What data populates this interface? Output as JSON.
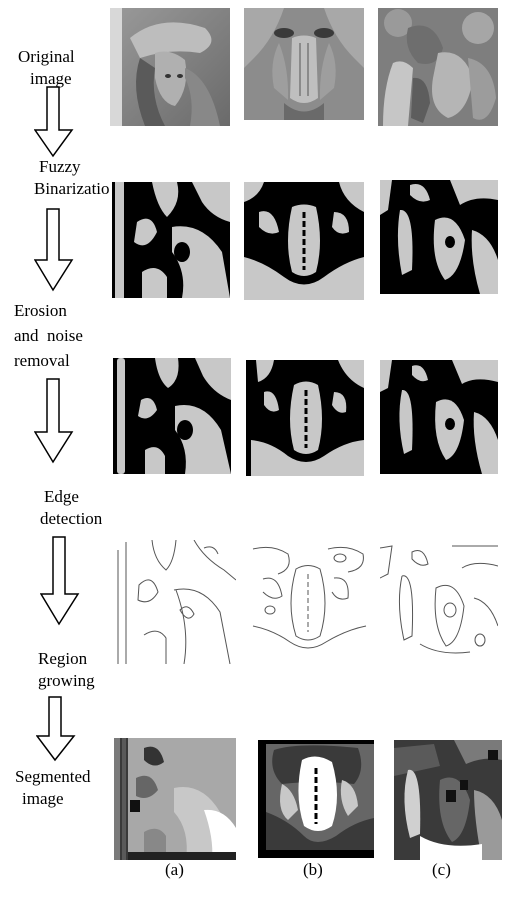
{
  "stages": [
    {
      "id": "original",
      "line1": "Original",
      "line2": "image"
    },
    {
      "id": "fuzzy",
      "line1": "Fuzzy",
      "line2": "Binarizatio"
    },
    {
      "id": "erosion",
      "line1": "Erosion",
      "line2": "and  noise",
      "line3": "removal"
    },
    {
      "id": "edge",
      "line1": "Edge",
      "line2": "detection"
    },
    {
      "id": "region",
      "line1": "Region",
      "line2": "growing"
    },
    {
      "id": "segmented",
      "line1": "Segmented",
      "line2": "image"
    }
  ],
  "columns": [
    "(a)",
    "(b)",
    "(c)"
  ],
  "colors": {
    "foreground_light": "#c8c8c8",
    "background_dark": "#000000",
    "edge_line": "#555555",
    "seg_dark": "#3a3a3a",
    "seg_mid": "#7a7a7a",
    "seg_white": "#ffffff"
  }
}
